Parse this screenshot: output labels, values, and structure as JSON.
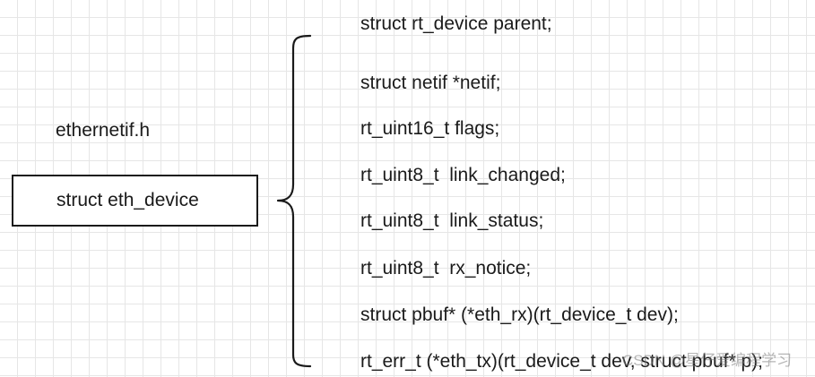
{
  "diagram": {
    "file_label": "ethernetif.h",
    "struct_name": "struct eth_device",
    "members": [
      "struct rt_device parent;",
      "struct netif *netif;",
      "rt_uint16_t flags;",
      "rt_uint8_t  link_changed;",
      "rt_uint8_t  link_status;",
      "rt_uint8_t  rx_notice;",
      "struct pbuf* (*eth_rx)(rt_device_t dev);",
      "rt_err_t (*eth_tx)(rt_device_t dev, struct pbuf* p);"
    ],
    "watermark": "CSDN @星仔爱编程学习"
  },
  "colors": {
    "stroke": "#1a1a1a",
    "grid": "#e6e6e6",
    "background": "#ffffff"
  }
}
